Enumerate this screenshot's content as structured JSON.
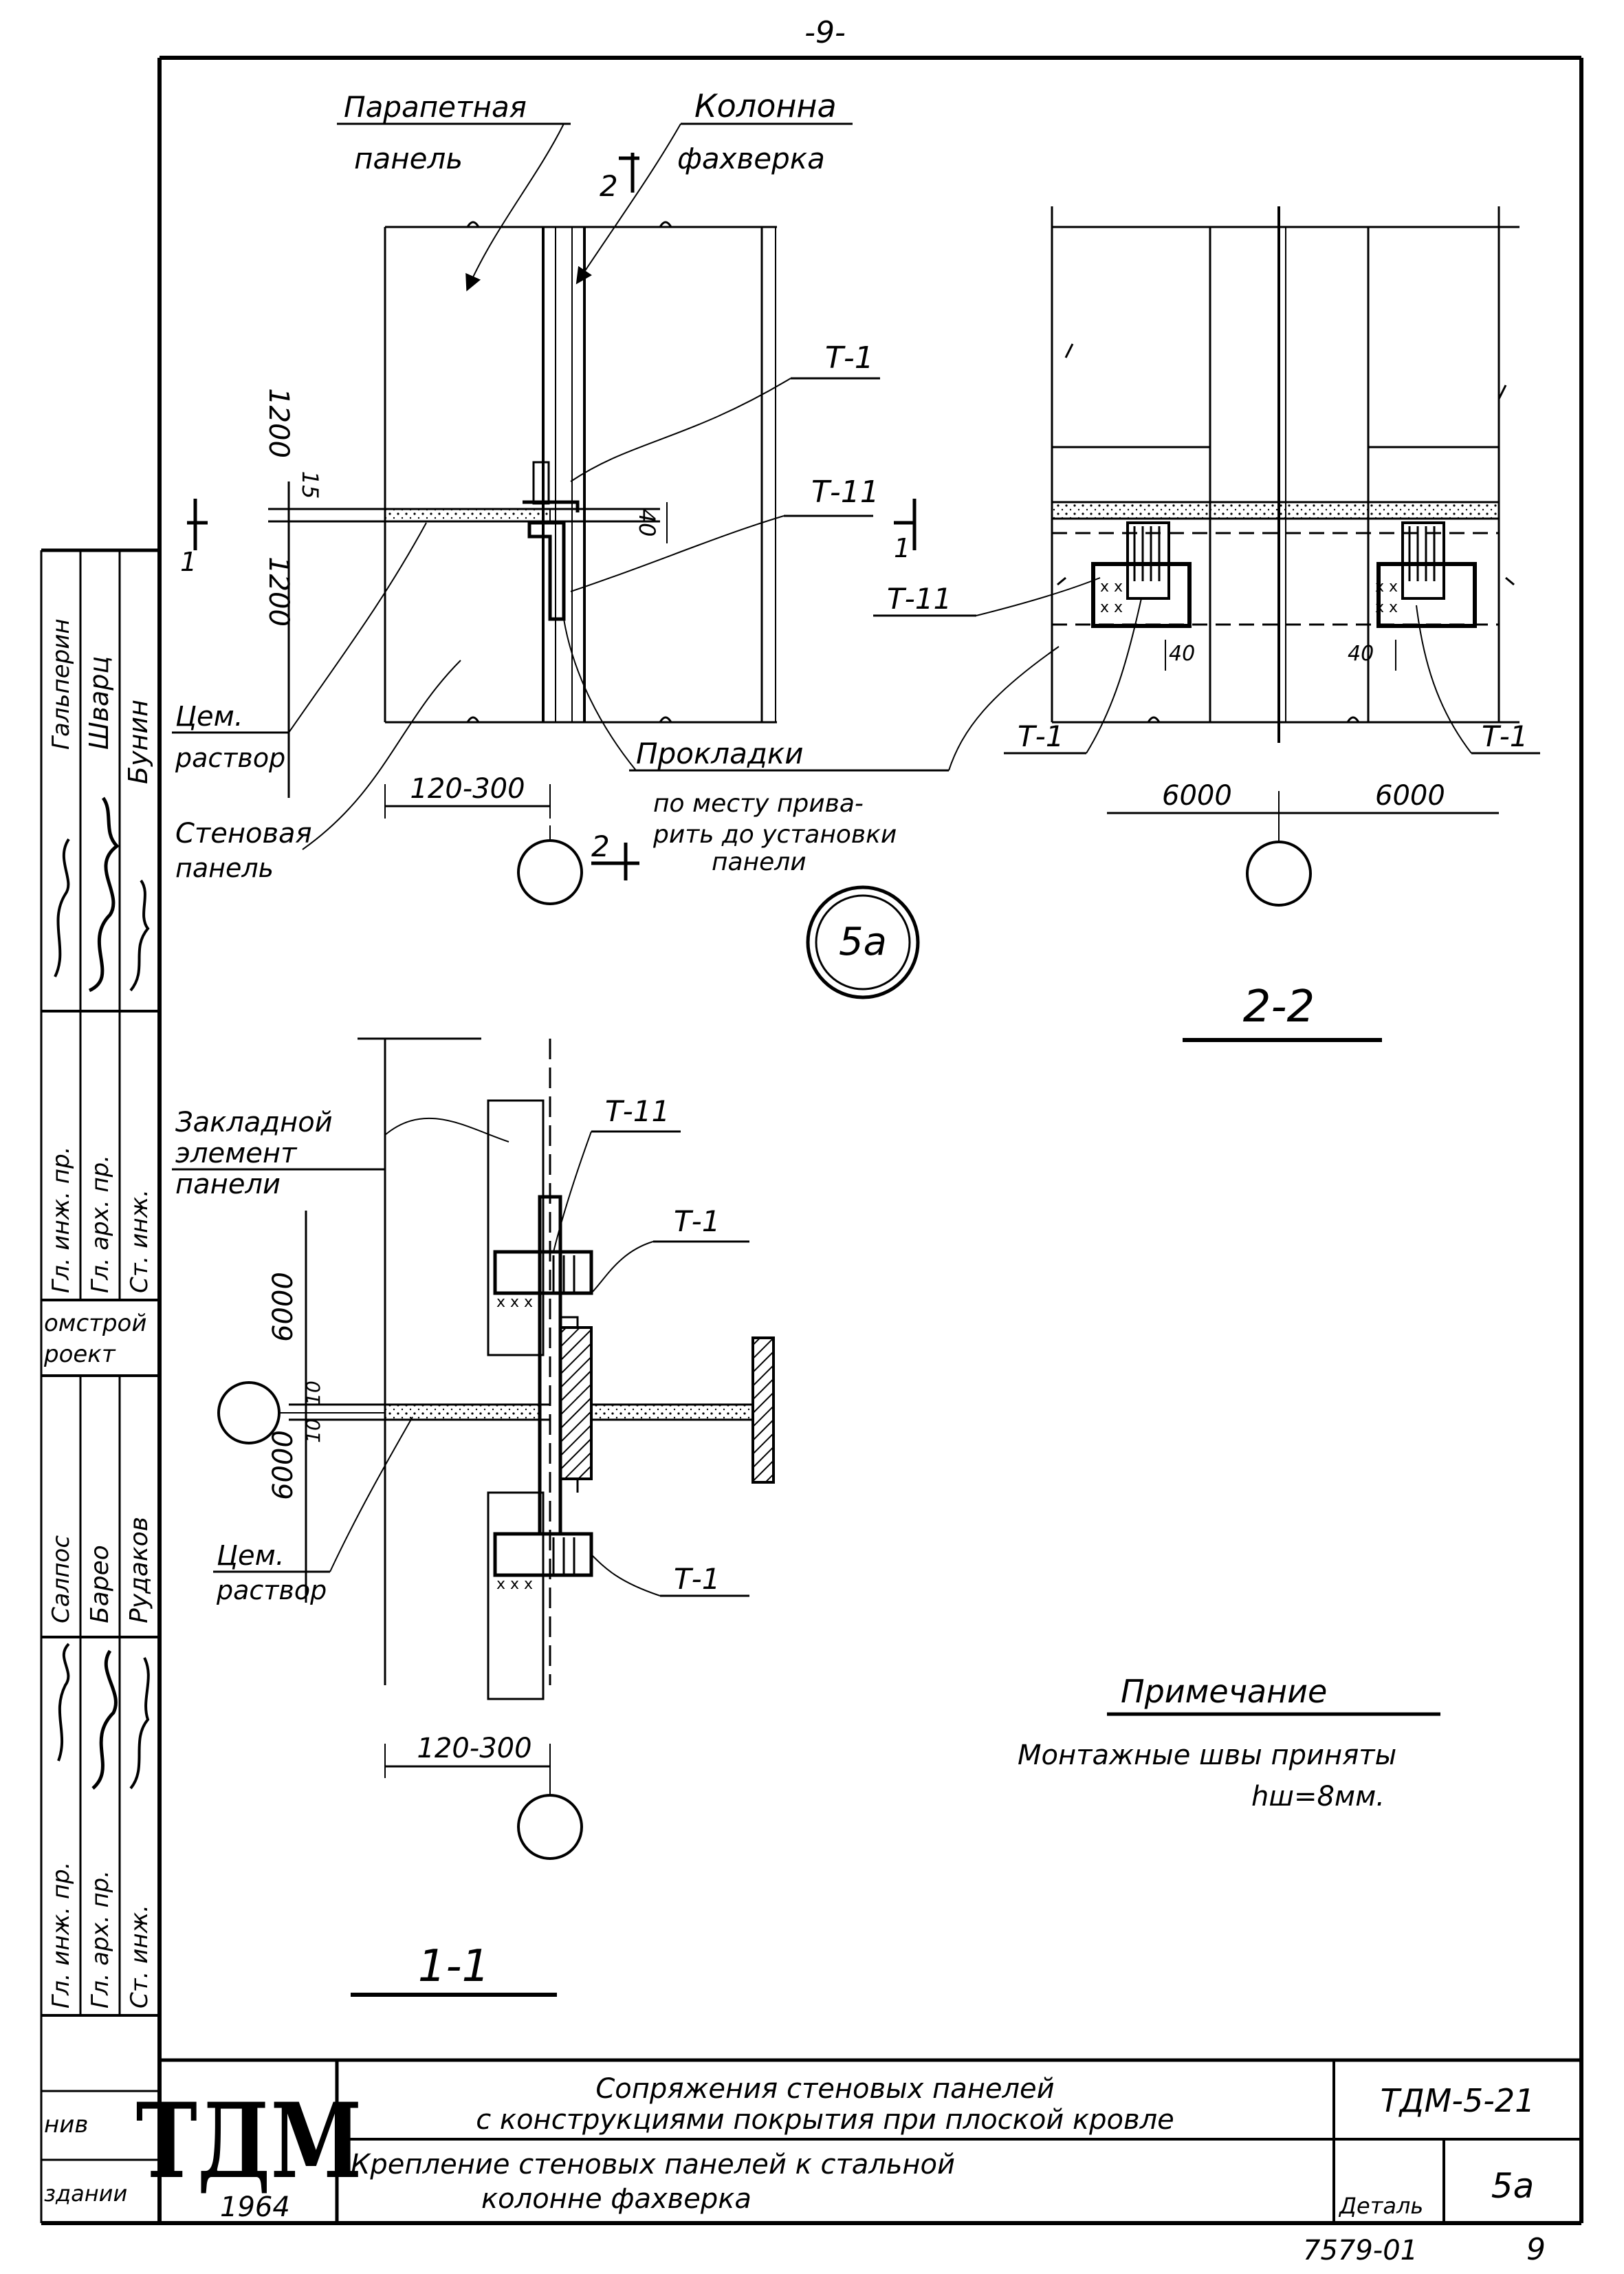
{
  "page": {
    "page_number_top": "-9-",
    "detail_mark": "5a",
    "sheet_number": "9",
    "inventory_number": "7579-01"
  },
  "section_cut_labels": {
    "cut2_top": "2",
    "cut2_bottom": "2",
    "cut1_left": "1",
    "cut1_right": "1"
  },
  "view_top_left": {
    "parapet_panel_line1": "Парапетная",
    "parapet_panel_line2": "панель",
    "column_line1": "Колонна",
    "column_line2": "фахверка",
    "dim_1200_upper": "1200",
    "dim_1200_lower": "1200",
    "dim_15": "15",
    "dim_40": "40",
    "dim_120_300": "120-300",
    "label_t1": "Т-1",
    "label_t11": "Т-11",
    "mortar_line1": "Цем.",
    "mortar_line2": "раствор",
    "wall_panel_line1": "Стеновая",
    "wall_panel_line2": "панель",
    "shims_label": "Прокладки",
    "shims_note_line1": "по месту прива-",
    "shims_note_line2": "рить до установки",
    "shims_note_line3": "панели"
  },
  "view_top_right": {
    "label_t11": "Т-11",
    "label_t1_left": "Т-1",
    "label_t1_right": "Т-1",
    "dim_40_left": "40",
    "dim_40_right": "40",
    "dim_6000_left": "6000",
    "dim_6000_right": "6000",
    "section_title": "2-2"
  },
  "view_bottom": {
    "embed_line1": "Закладной",
    "embed_line2": "элемент",
    "embed_line3": "панели",
    "label_t11": "Т-11",
    "label_t1_upper": "Т-1",
    "label_t1_lower": "Т-1",
    "dim_6000_upper": "6000",
    "dim_6000_lower": "6000",
    "dim_10_upper": "10",
    "dim_10_lower": "10",
    "mortar_line1": "Цем.",
    "mortar_line2": "раствор",
    "dim_120_300": "120-300",
    "section_title": "1-1"
  },
  "note": {
    "heading": "Примечание",
    "line1": "Монтажные швы приняты",
    "line2": "hш=8мм."
  },
  "side_stamp": {
    "role1": "Гл. инж. пр.",
    "role2": "Гл. арх. пр.",
    "role3": "Ст. инж.",
    "name1": "Гальперин",
    "name2": "Шварц",
    "name3": "Бунин",
    "org_line1": "омстрой",
    "org_line2": "роект",
    "role4": "Гл. инж. пр.",
    "role5": "Гл. арх. пр.",
    "role6": "Ст. инж.",
    "name4": "Салпос",
    "name5": "Барео",
    "name6": "Рудаков",
    "bottom1": "нив",
    "bottom2": "здании"
  },
  "title_block": {
    "logo": "ТДМ",
    "year": "1964",
    "title_line1": "Сопряжения стеновых панелей",
    "title_line2": "с конструкциями покрытия при плоской кровле",
    "subtitle_line1": "Крепление стеновых панелей к стальной",
    "subtitle_line2": "колонне фахверка",
    "doc_code": "ТДМ-5-21",
    "detail_label": "Деталь",
    "detail_value": "5a"
  }
}
